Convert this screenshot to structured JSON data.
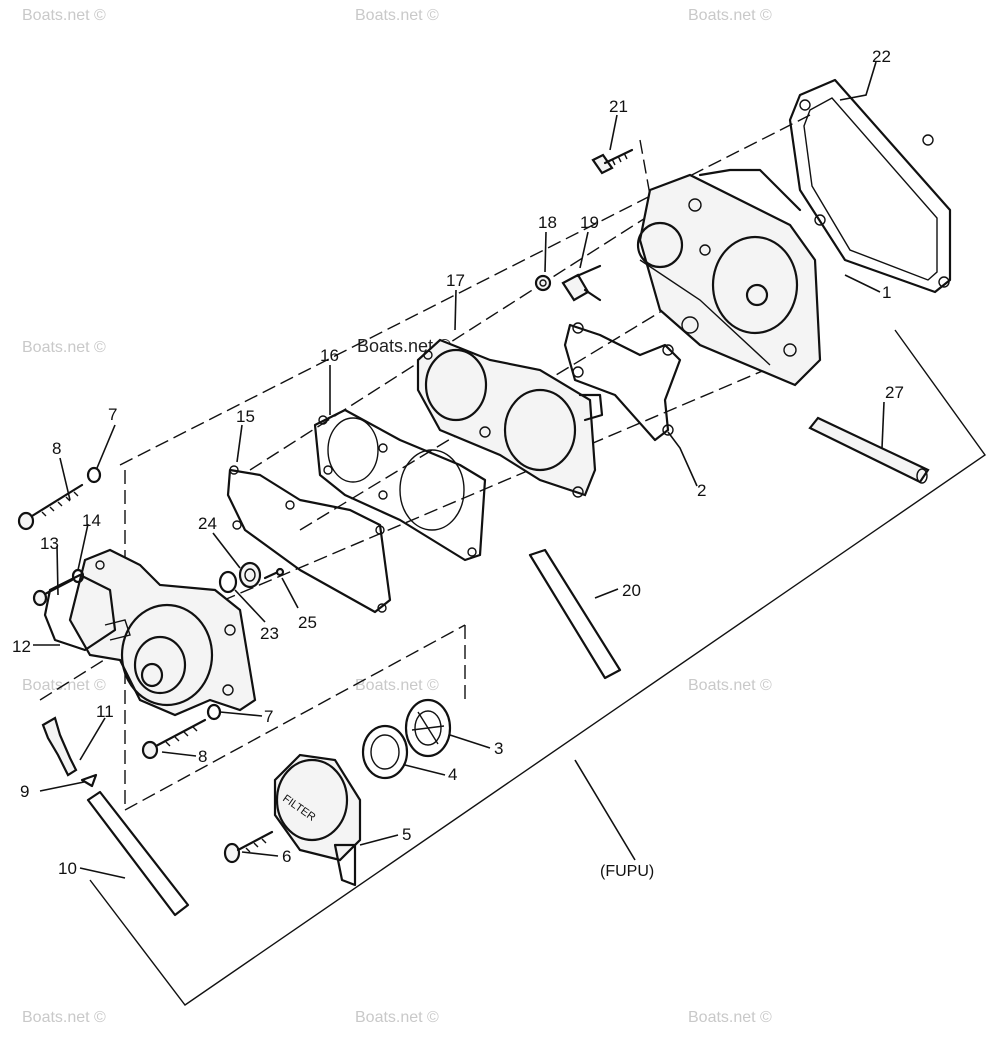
{
  "caption": "(FUPU)",
  "watermark": "Boats.net ©",
  "filter_text": "FILTER",
  "parts": [
    {
      "id": "p1",
      "label": "1"
    },
    {
      "id": "p2",
      "label": "2"
    },
    {
      "id": "p3",
      "label": "3"
    },
    {
      "id": "p4",
      "label": "4"
    },
    {
      "id": "p5",
      "label": "5"
    },
    {
      "id": "p6",
      "label": "6"
    },
    {
      "id": "p7a",
      "label": "7"
    },
    {
      "id": "p7b",
      "label": "7"
    },
    {
      "id": "p8a",
      "label": "8"
    },
    {
      "id": "p8b",
      "label": "8"
    },
    {
      "id": "p9",
      "label": "9"
    },
    {
      "id": "p10",
      "label": "10"
    },
    {
      "id": "p11",
      "label": "11"
    },
    {
      "id": "p12",
      "label": "12"
    },
    {
      "id": "p13",
      "label": "13"
    },
    {
      "id": "p14",
      "label": "14"
    },
    {
      "id": "p15",
      "label": "15"
    },
    {
      "id": "p16",
      "label": "16"
    },
    {
      "id": "p17",
      "label": "17"
    },
    {
      "id": "p18",
      "label": "18"
    },
    {
      "id": "p19",
      "label": "19"
    },
    {
      "id": "p20",
      "label": "20"
    },
    {
      "id": "p21",
      "label": "21"
    },
    {
      "id": "p22",
      "label": "22"
    },
    {
      "id": "p23",
      "label": "23"
    },
    {
      "id": "p24",
      "label": "24"
    },
    {
      "id": "p25",
      "label": "25"
    },
    {
      "id": "p27",
      "label": "27"
    }
  ]
}
